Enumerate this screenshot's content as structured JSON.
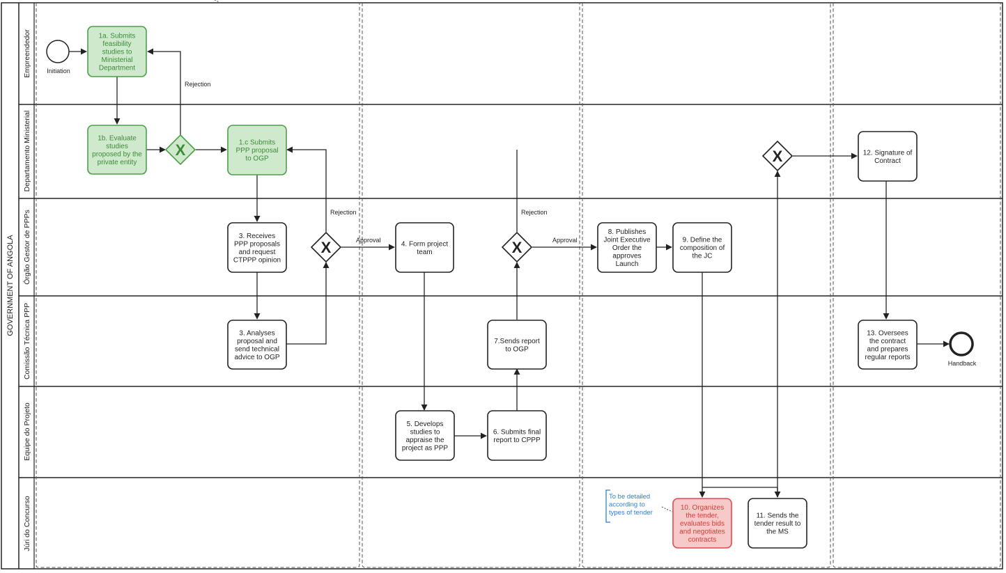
{
  "pool_label": "GOVERNMENT OF ANGOLA",
  "lanes": [
    {
      "id": "empreendedor",
      "label": "Empreendedor"
    },
    {
      "id": "departamento",
      "label": "Departamento Ministerial"
    },
    {
      "id": "orgao",
      "label": "Órgão Gestor de PPPs"
    },
    {
      "id": "comissao",
      "label": "Comissão Técnica PPP"
    },
    {
      "id": "equipe",
      "label": "Equipe do Projeto"
    },
    {
      "id": "juri",
      "label": "Júri do Concurso"
    }
  ],
  "events": {
    "start": "Initiation",
    "end": "Handback"
  },
  "tasks": [
    {
      "id": "t1a",
      "style": "green",
      "lines": [
        "1a. Submits",
        "feasibility",
        "studies to",
        "Ministerial",
        "Department"
      ]
    },
    {
      "id": "t1b",
      "style": "green",
      "lines": [
        "1b. Evaluate",
        "studies",
        "proposed by the",
        "private entity"
      ]
    },
    {
      "id": "t1c",
      "style": "green",
      "lines": [
        "1.c Submits",
        "PPP proposal",
        "to OGP"
      ]
    },
    {
      "id": "t3a",
      "style": "normal",
      "lines": [
        "3. Receives",
        "PPP proposals",
        "and request",
        "CTPPP opinion"
      ]
    },
    {
      "id": "t3b",
      "style": "normal",
      "lines": [
        "3. Analyses",
        "proposal and",
        "send technical",
        "advice to OGP"
      ]
    },
    {
      "id": "t4",
      "style": "normal",
      "lines": [
        "4. Form project",
        "team"
      ]
    },
    {
      "id": "t5",
      "style": "normal",
      "lines": [
        "5. Develops",
        "studies to",
        "appraise the",
        "project as PPP"
      ]
    },
    {
      "id": "t6",
      "style": "normal",
      "lines": [
        "6. Submits final",
        "report to CPPP"
      ]
    },
    {
      "id": "t7",
      "style": "normal",
      "lines": [
        "7.Sends report",
        "to OGP"
      ]
    },
    {
      "id": "t8",
      "style": "normal",
      "lines": [
        "8. Publishes",
        "Joint Executive",
        "Order the",
        "approves",
        "Launch"
      ]
    },
    {
      "id": "t9",
      "style": "normal",
      "lines": [
        "9. Define the",
        "composition of",
        "the JC"
      ]
    },
    {
      "id": "t10",
      "style": "red",
      "lines": [
        "10. Organizes",
        "the tender,",
        "evaluates bids",
        "and negotiates",
        "contracts"
      ]
    },
    {
      "id": "t11",
      "style": "normal",
      "lines": [
        "11. Sends the",
        "tender result to",
        "the MS"
      ]
    },
    {
      "id": "t12",
      "style": "normal",
      "lines": [
        "12. Signature of",
        "Contract"
      ]
    },
    {
      "id": "t13",
      "style": "normal",
      "lines": [
        "13. Oversees",
        "the contract",
        "and prepares",
        "regular reports"
      ]
    }
  ],
  "gateway_symbol": "X",
  "flow_labels": {
    "rejection_1": "Rejection",
    "rejection_2": "Rejection",
    "rejection_3": "Rejection",
    "approval_1": "Approval",
    "approval_2": "Approval"
  },
  "annotation": {
    "lines": [
      "To be detailed",
      "according to",
      "types of tender"
    ]
  },
  "colors": {
    "green_fill": "#cfe9cc",
    "green_stroke": "#4c9e47",
    "green_text": "#3d8b38",
    "red_fill": "#f8c9c9",
    "red_stroke": "#e14b4b",
    "red_text": "#d93a3a",
    "annotation_text": "#2a7fd6",
    "line": "#222222"
  }
}
